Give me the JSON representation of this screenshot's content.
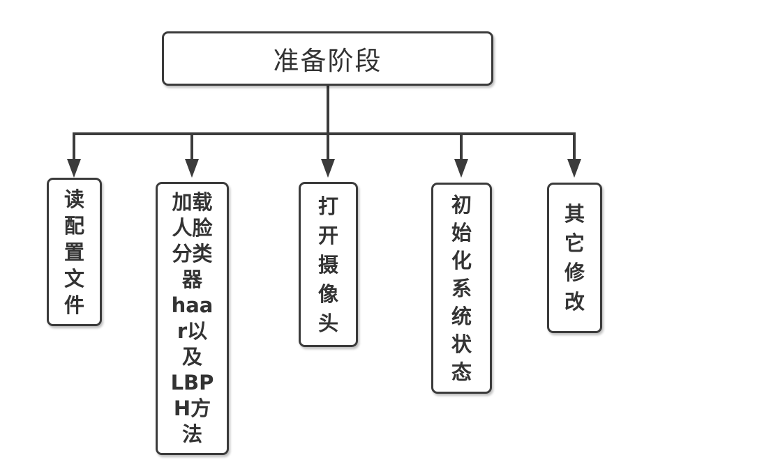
{
  "diagram": {
    "type": "flowchart-tree",
    "background_color": "#ffffff",
    "line_color": "#3b3b3b",
    "text_color": "#333333",
    "root": {
      "label": "准备阶段"
    },
    "children": [
      {
        "label": "读配置文件",
        "display": "读\n配\n置\n文\n件"
      },
      {
        "label": "加载人脸分类器haar以及LBPH方法",
        "display": "加载\n人脸\n分类\n器\nhaa\nr以\n及\nLBP\nH方\n法"
      },
      {
        "label": "打开摄像头",
        "display": "打\n开\n摄\n像\n头"
      },
      {
        "label": "初始化系统状态",
        "display": "初\n始\n化\n系\n统\n状\n态"
      },
      {
        "label": "其它修改",
        "display": "其\n它\n修\n改"
      }
    ]
  }
}
